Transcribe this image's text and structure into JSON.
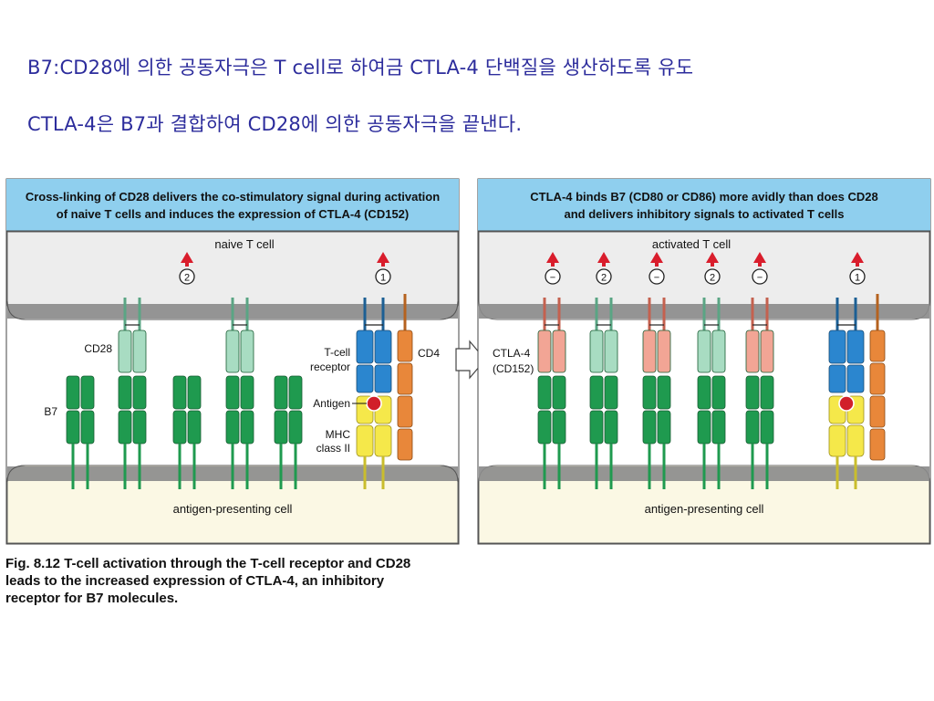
{
  "slide": {
    "line1": "B7:CD28에 의한 공동자극은 T cell로 하여금 CTLA-4 단백질을 생산하도록 유도",
    "line2": "CTLA-4은 B7과 결합하여 CD28에 의한 공동자극을 끝낸다."
  },
  "figure": {
    "left_panel": {
      "header_line1": "Cross-linking of CD28 delivers the co-stimulatory signal during activation",
      "header_line2": "of naive T cells and induces the expression of CTLA-4 (CD152)",
      "t_cell_label": "naive T  cell",
      "apc_label": "antigen-presenting  cell",
      "signal_marks": [
        "2",
        "1"
      ],
      "labels": {
        "cd28": "CD28",
        "b7": "B7",
        "tcr_line1": "T-cell",
        "tcr_line2": "receptor",
        "antigen": "Antigen",
        "mhc_line1": "MHC",
        "mhc_line2": "class  II",
        "cd4": "CD4"
      }
    },
    "right_panel": {
      "header_line1": "CTLA-4 binds B7 (CD80 or CD86) more avidly than does CD28",
      "header_line2": "and delivers inhibitory signals to activated T cells",
      "t_cell_label": "activated T  cell",
      "apc_label": "antigen-presenting  cell",
      "signal_marks": [
        "−",
        "2",
        "−",
        "2",
        "−",
        "1"
      ],
      "labels": {
        "ctla4_line1": "CTLA-4",
        "ctla4_line2": "(CD152)"
      }
    },
    "caption": "Fig. 8.12 T-cell activation through the T-cell receptor and CD28 leads to the increased expression of CTLA-4, an inhibitory receptor for B7 molecules.",
    "colors": {
      "header_bg": "#8fcfee",
      "t_cell_bg": "#ededed",
      "apc_bg": "#fbf8e4",
      "membrane": "#8a8a8a",
      "b7": "#1f9a4f",
      "cd28": "#a8dcc2",
      "ctla4": "#f2a595",
      "tcr": "#2b86cf",
      "mhc": "#f5e84a",
      "cd4": "#e8873a",
      "antigen": "#d11f2a",
      "arrow": "#d91d2c",
      "slide_text": "#2c2c9c"
    }
  }
}
